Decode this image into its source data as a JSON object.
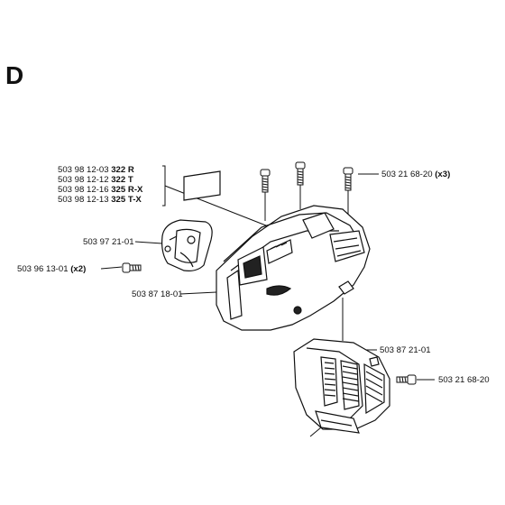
{
  "section": {
    "letter": "D"
  },
  "labels": {
    "sticker": [
      {
        "part": "503 98 12-03",
        "model": "322 R"
      },
      {
        "part": "503 98 12-12",
        "model": "322 T"
      },
      {
        "part": "503 98 12-16",
        "model": "325 R-X"
      },
      {
        "part": "503 98 12-13",
        "model": "325 T-X"
      }
    ],
    "bracket_part": "503 97 21-01",
    "screw_left": {
      "part": "503 96 13-01",
      "qty": "(x2)"
    },
    "cover_part": "503 87 18-01",
    "screws_top": {
      "part": "503 21 68-20",
      "qty": "(x3)"
    },
    "cylinder_cover_part": "503 87 21-01",
    "screw_right_part": "503 21 68-20"
  }
}
